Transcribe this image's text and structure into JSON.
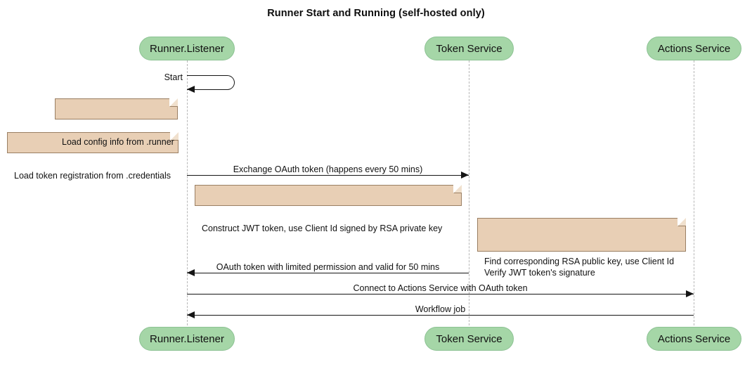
{
  "diagram": {
    "title": "Runner Start and Running (self-hosted only)",
    "colors": {
      "participant_fill": "#a5d6a7",
      "participant_border": "#8cc293",
      "note_fill": "#e8cfb5",
      "note_border": "#9a7f63",
      "line": "#151515",
      "lifeline": "#b6b6b6",
      "background": "#ffffff"
    }
  },
  "participants": [
    {
      "id": "runner",
      "label": "Runner.Listener"
    },
    {
      "id": "token",
      "label": "Token Service"
    },
    {
      "id": "actions",
      "label": "Actions Service"
    }
  ],
  "participants_bottom": [
    {
      "id": "runner",
      "label": "Runner.Listener"
    },
    {
      "id": "token",
      "label": "Token Service"
    },
    {
      "id": "actions",
      "label": "Actions Service"
    }
  ],
  "messages": [
    {
      "id": "start",
      "label": "Start",
      "from": "runner",
      "to": "runner",
      "kind": "self",
      "direction": "self"
    },
    {
      "id": "exchange-oauth-token",
      "label": "Exchange OAuth token (happens every 50 mins)",
      "from": "runner",
      "to": "token",
      "kind": "sync",
      "direction": "right"
    },
    {
      "id": "oauth-token-response",
      "label": "OAuth token with limited permission and valid for 50 mins",
      "from": "token",
      "to": "runner",
      "kind": "sync",
      "direction": "left"
    },
    {
      "id": "connect-actions-service",
      "label": "Connect to Actions Service with OAuth token",
      "from": "runner",
      "to": "actions",
      "kind": "sync",
      "direction": "right"
    },
    {
      "id": "workflow-job",
      "label": "Workflow job",
      "from": "actions",
      "to": "runner",
      "kind": "sync",
      "direction": "left"
    }
  ],
  "notes": [
    {
      "id": "load-config",
      "text": "Load config info from .runner",
      "lines": [
        "Load config info from .runner"
      ]
    },
    {
      "id": "load-token-registration",
      "text": "Load token registration from .credentials",
      "lines": [
        "Load token registration from .credentials"
      ]
    },
    {
      "id": "construct-jwt",
      "text": "Construct JWT token, use Client Id signed by RSA private key",
      "lines": [
        "Construct JWT token, use Client Id signed by RSA private key"
      ]
    },
    {
      "id": "verify-jwt",
      "text": "Find corresponding RSA public key, use Client Id\nVerify JWT token's signature",
      "lines": [
        "Find corresponding RSA public key, use Client Id",
        "Verify JWT token's signature"
      ]
    }
  ]
}
